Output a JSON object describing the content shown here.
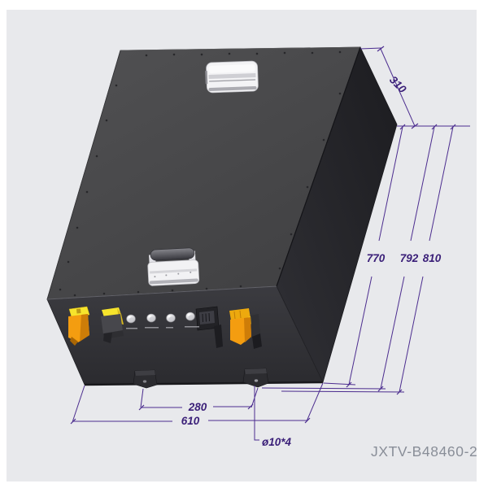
{
  "drawing": {
    "part_number": "JXTV-B48460-2",
    "dims": {
      "depth": "310",
      "heights": [
        "770",
        "792",
        "810"
      ],
      "foot_spacing": "280",
      "overall_width": "610",
      "hole_callout": "ø10*4"
    },
    "colors": {
      "background": "#e8e9ec",
      "dimension_line": "#4c2d8f",
      "dimension_text": "#3a1f78",
      "part_number_text": "#898e98",
      "enclosure_top": "#4a4a4c",
      "enclosure_front": "#323237",
      "enclosure_side": "#232327",
      "terminal_orange": "#f49d10",
      "accent_yellow": "#f6e42c"
    }
  }
}
